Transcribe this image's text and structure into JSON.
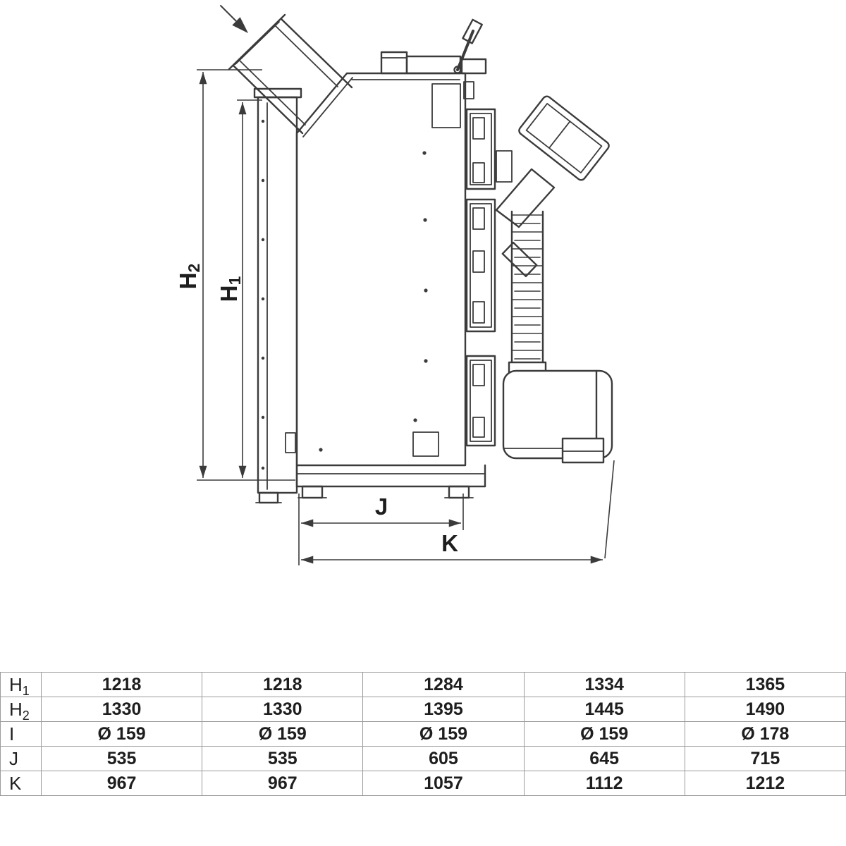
{
  "drawing": {
    "dim_h2": {
      "base": "H",
      "sub": "2"
    },
    "dim_h1": {
      "base": "H",
      "sub": "1"
    },
    "dim_j": {
      "base": "J",
      "sub": ""
    },
    "dim_k": {
      "base": "K",
      "sub": ""
    }
  },
  "table": {
    "rows": [
      {
        "label": {
          "base": "H",
          "sub": "1"
        },
        "values": [
          "1218",
          "1218",
          "1284",
          "1334",
          "1365"
        ]
      },
      {
        "label": {
          "base": "H",
          "sub": "2"
        },
        "values": [
          "1330",
          "1330",
          "1395",
          "1445",
          "1490"
        ]
      },
      {
        "label": {
          "base": "I",
          "sub": ""
        },
        "values": [
          "Ø 159",
          "Ø 159",
          "Ø 159",
          "Ø 159",
          "Ø 178"
        ]
      },
      {
        "label": {
          "base": "J",
          "sub": ""
        },
        "values": [
          "535",
          "535",
          "605",
          "645",
          "715"
        ]
      },
      {
        "label": {
          "base": "K",
          "sub": ""
        },
        "values": [
          "967",
          "967",
          "1057",
          "1112",
          "1212"
        ]
      }
    ]
  },
  "colors": {
    "line": "#3b3b3b",
    "table_border": "#9b9b9b",
    "text": "#1e1e1e"
  }
}
